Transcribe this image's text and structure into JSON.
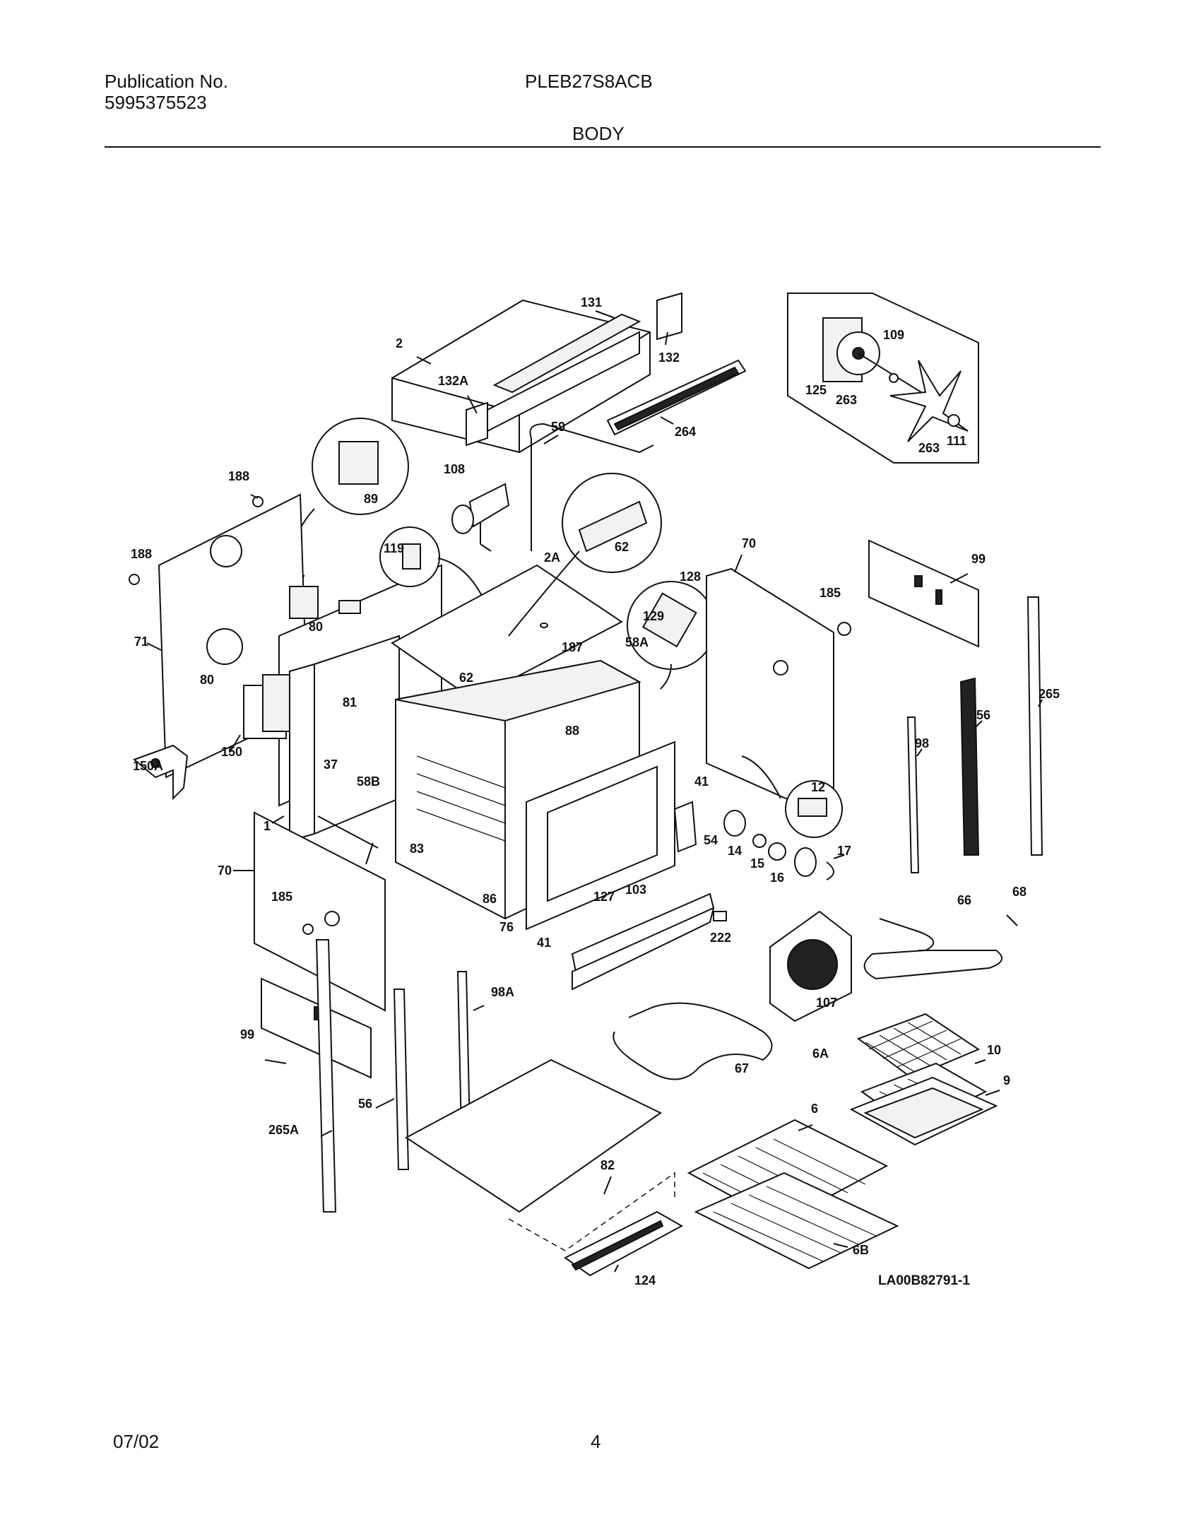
{
  "header": {
    "publication_label": "Publication No.",
    "publication_number": "5995375523",
    "model": "PLEB27S8ACB",
    "section": "BODY"
  },
  "footer": {
    "date": "07/02",
    "page": "4"
  },
  "diagram": {
    "drawing_code": "LA00B82791-1",
    "part_labels": [
      "131",
      "132",
      "2",
      "132A",
      "264",
      "59",
      "188",
      "89",
      "108",
      "125",
      "109",
      "263",
      "263",
      "111",
      "188",
      "119",
      "2A",
      "62",
      "128",
      "129",
      "70",
      "185",
      "99",
      "71",
      "80",
      "80",
      "187",
      "58A",
      "62",
      "150",
      "81",
      "88",
      "265",
      "56",
      "150A",
      "1",
      "37",
      "58B",
      "41",
      "12",
      "98",
      "83",
      "54",
      "14",
      "15",
      "17",
      "16",
      "70",
      "185",
      "86",
      "76",
      "127",
      "103",
      "41",
      "222",
      "68",
      "66",
      "107",
      "99",
      "98A",
      "6A",
      "10",
      "9",
      "67",
      "265A",
      "56",
      "6",
      "82",
      "6B",
      "124"
    ]
  }
}
